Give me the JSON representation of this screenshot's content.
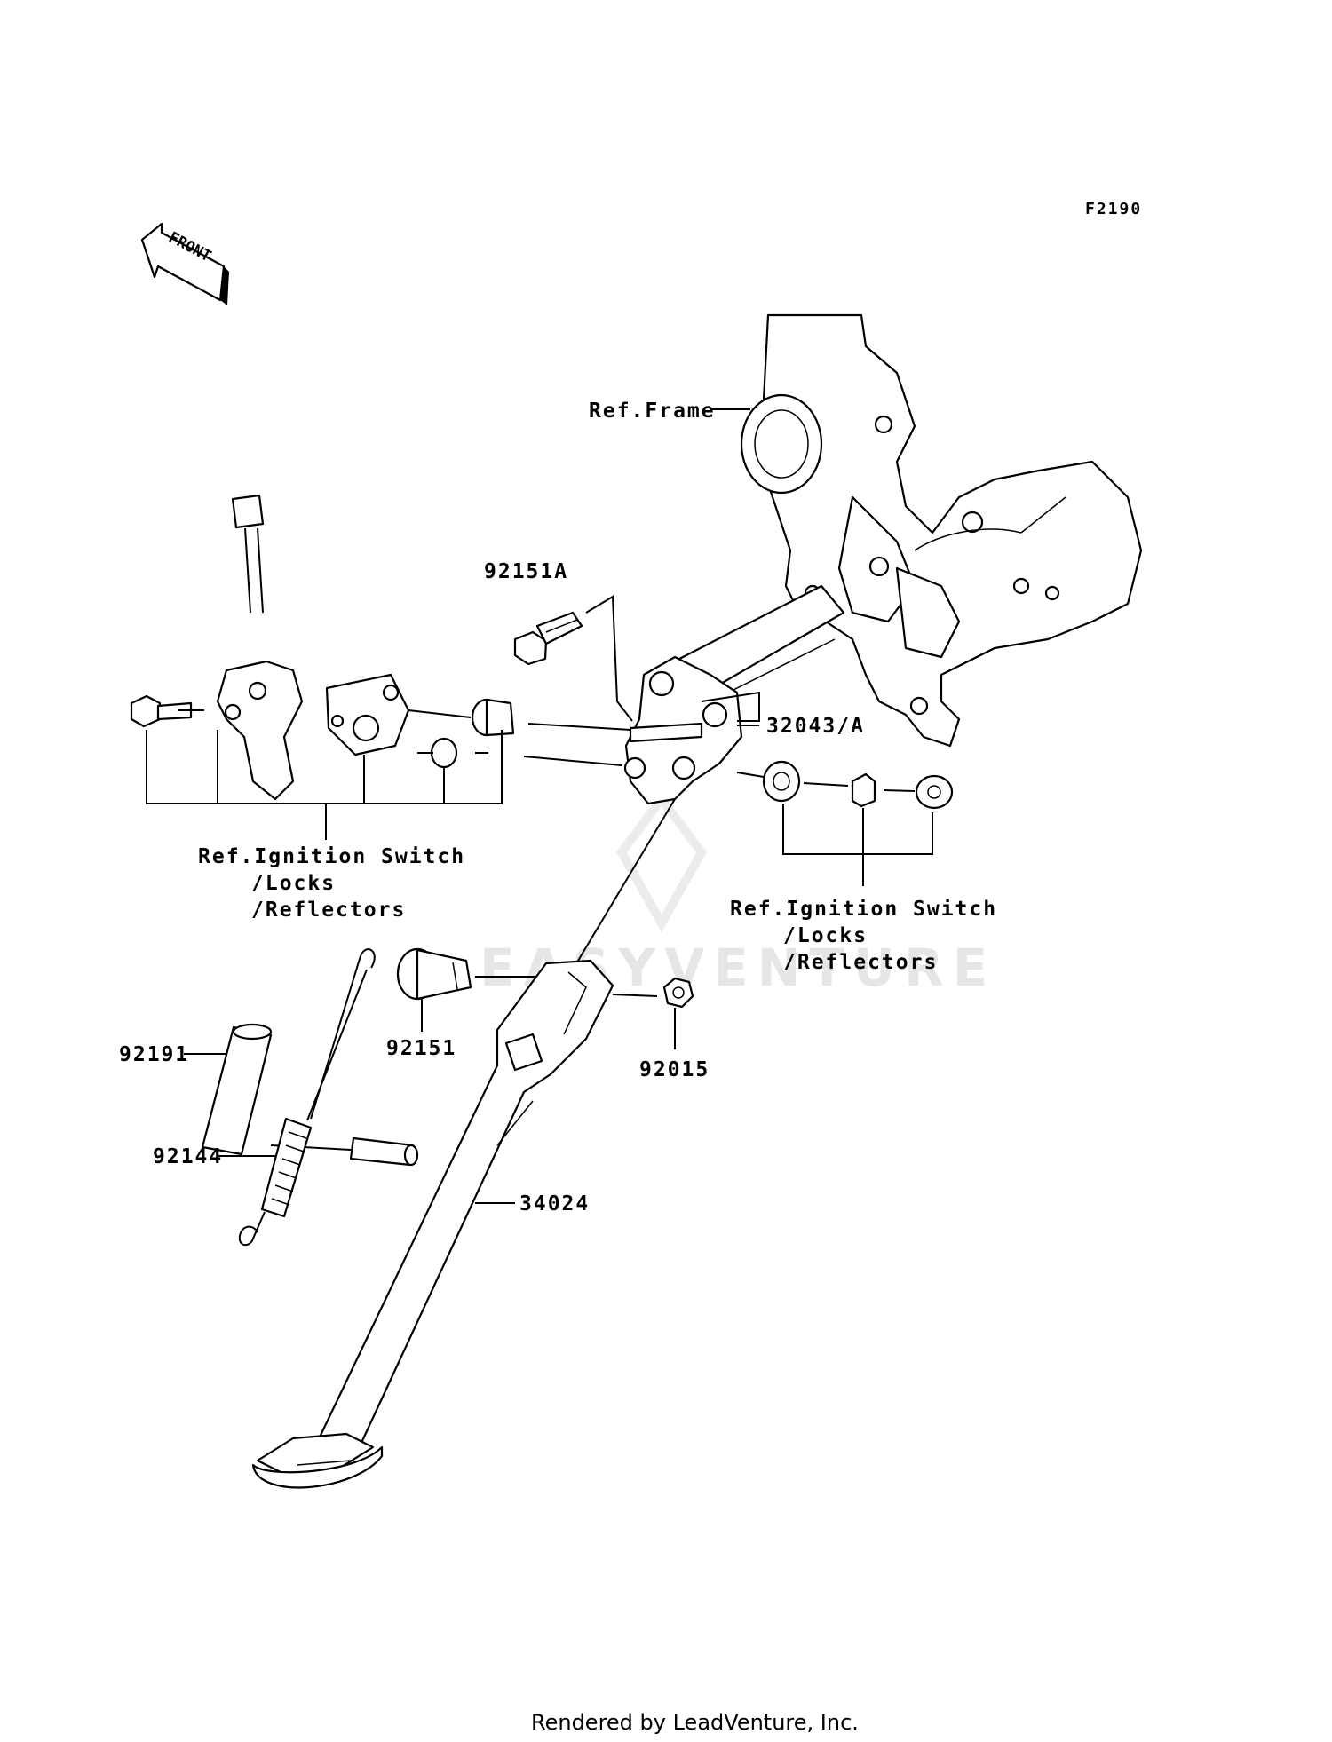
{
  "diagram": {
    "code": "F2190",
    "front_label": "FRONT",
    "watermark": "EASYVENTURE",
    "footer": "Rendered by LeadVenture, Inc.",
    "labels": {
      "ref_frame": "Ref.Frame",
      "p92151A": "92151A",
      "p32043A": "32043/A",
      "ref_ignition_left": [
        "Ref.Ignition Switch",
        "/Locks",
        "/Reflectors"
      ],
      "ref_ignition_right": [
        "Ref.Ignition Switch",
        "/Locks",
        "/Reflectors"
      ],
      "p92191": "92191",
      "p92144": "92144",
      "p92151": "92151",
      "p92015": "92015",
      "p34024": "34024"
    }
  }
}
